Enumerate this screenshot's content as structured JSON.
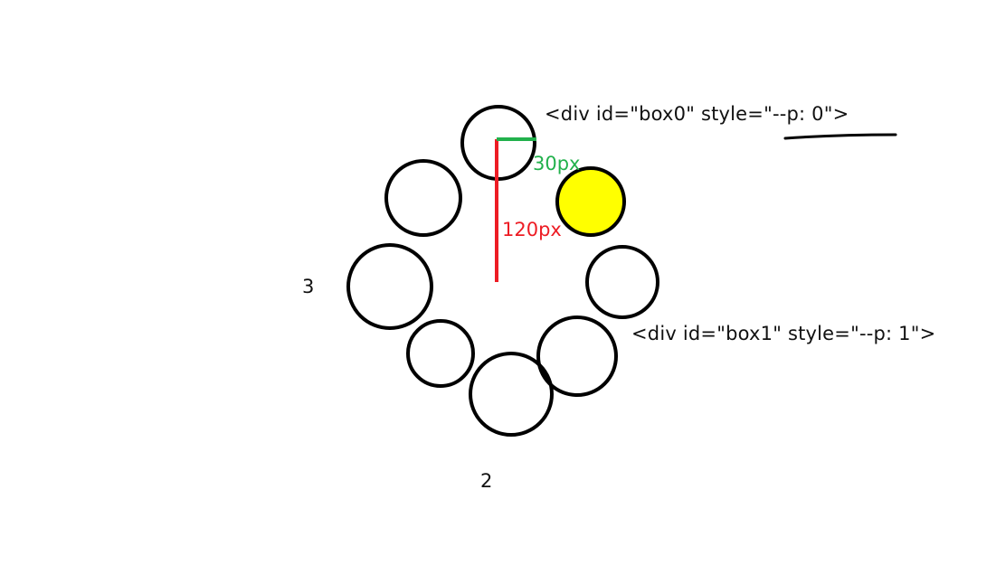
{
  "labels": {
    "box0_code": "<div id=\"box0\" style=\"--p: 0\">",
    "box1_code": "<div id=\"box1\" style=\"--p: 1\">",
    "position_3": "3",
    "position_2": "2",
    "horizontal_measure": "30px",
    "vertical_measure": "120px"
  },
  "colors": {
    "outline": "#000000",
    "highlight_fill": "#ffff00",
    "horizontal_measure": "#22b14c",
    "vertical_measure": "#ed1c24",
    "text": "#111111"
  },
  "circle_count": 8,
  "highlighted_circle": "top-right"
}
